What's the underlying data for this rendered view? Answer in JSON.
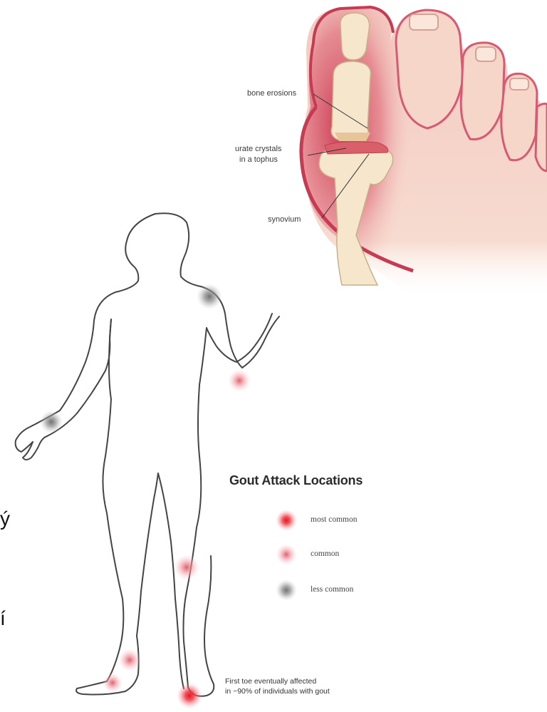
{
  "foot_illustration": {
    "labels": {
      "bone_erosions": "bone erosions",
      "urate_crystals_line1": "urate crystals",
      "urate_crystals_line2": "in a tophus",
      "synovium": "synovium"
    }
  },
  "legend": {
    "title": "Gout Attack Locations",
    "items": [
      {
        "label": "most common",
        "color": "#e8141e"
      },
      {
        "label": "common",
        "color": "#e8707a"
      },
      {
        "label": "less common",
        "color": "#7a7a7a"
      }
    ]
  },
  "caption": "First toe eventually affected\nin ~90% of individuals with gout",
  "edge_fragments": [
    "ý",
    "í"
  ],
  "colors": {
    "skin": "#f6d9cc",
    "inflamed": "#d8435c",
    "bone": "#f5e6cc",
    "outline": "#444444"
  }
}
